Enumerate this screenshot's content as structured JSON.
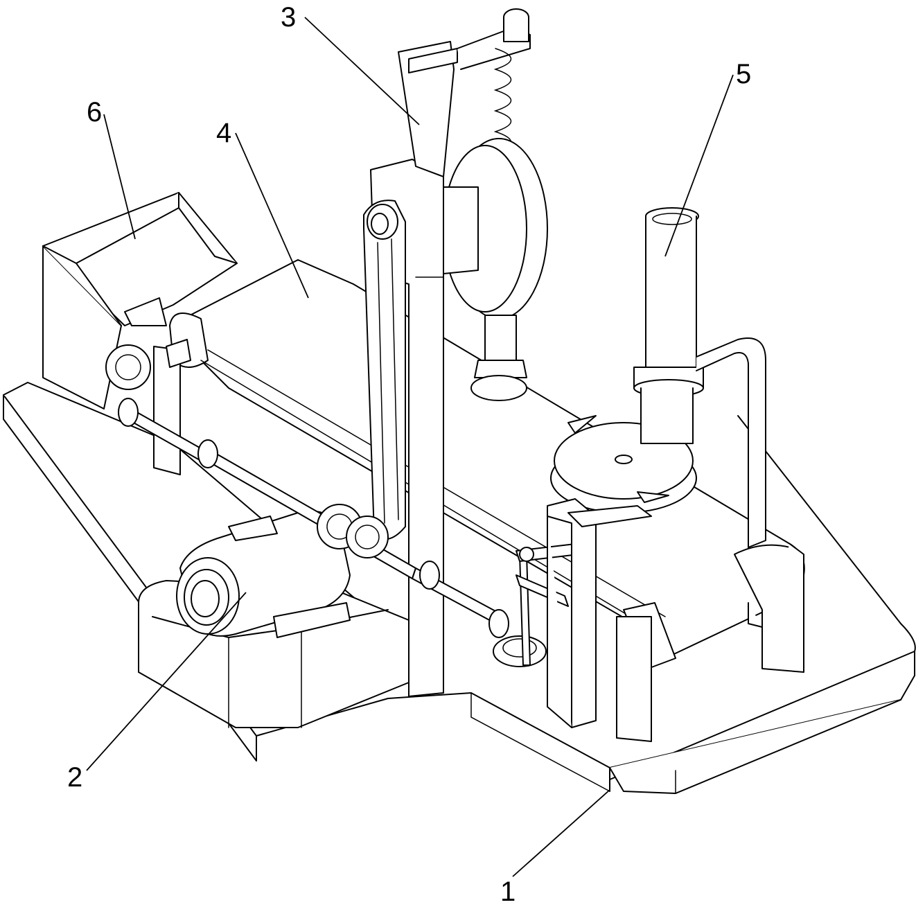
{
  "callouts": [
    {
      "id": "base",
      "label": "1"
    },
    {
      "id": "motor",
      "label": "2"
    },
    {
      "id": "column",
      "label": "3"
    },
    {
      "id": "conveyor",
      "label": "4"
    },
    {
      "id": "tube",
      "label": "5"
    },
    {
      "id": "hopper",
      "label": "6"
    }
  ],
  "colors": {
    "line": "#000000",
    "background": "#ffffff"
  }
}
